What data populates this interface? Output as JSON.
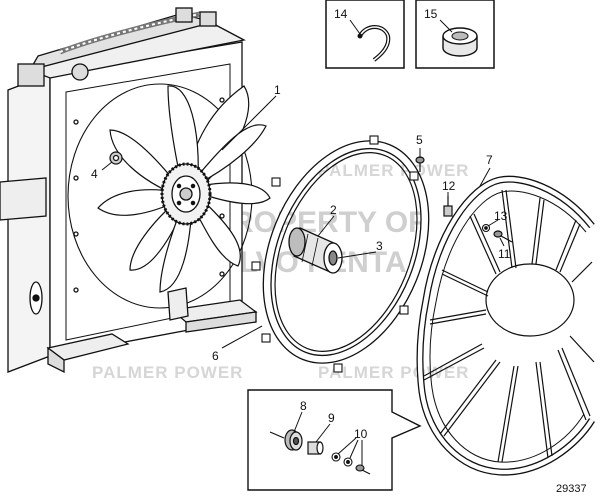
{
  "callouts": {
    "c1": "1",
    "c2": "2",
    "c3": "3",
    "c4": "4",
    "c5": "5",
    "c6": "6",
    "c7": "7",
    "c8": "8",
    "c9": "9",
    "c10": "10",
    "c11": "11",
    "c12": "12",
    "c13": "13",
    "c14": "14",
    "c15": "15"
  },
  "watermarks": {
    "palmer_power": "PALMER POWER",
    "property_line1": "PROPERTY OF",
    "property_line2": "VOLVO PENTA"
  },
  "figure_number": "29337"
}
